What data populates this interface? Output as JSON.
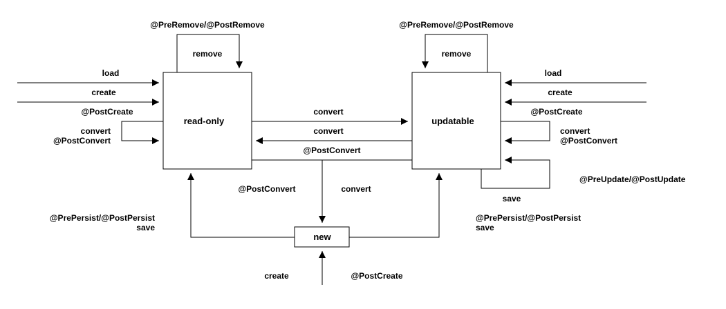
{
  "states": {
    "read_only": "read-only",
    "updatable": "updatable",
    "new": "new"
  },
  "left": {
    "remove_callbacks": "@PreRemove/@PostRemove",
    "remove": "remove",
    "load": "load",
    "create": "create",
    "post_create": "@PostCreate",
    "self_convert": "convert",
    "self_post_convert": "@PostConvert",
    "persist_callbacks": "@PrePersist/@PostPersist",
    "save": "save"
  },
  "right": {
    "remove_callbacks": "@PreRemove/@PostRemove",
    "remove": "remove",
    "load": "load",
    "create": "create",
    "post_create": "@PostCreate",
    "self_convert": "convert",
    "self_post_convert": "@PostConvert",
    "update_callbacks": "@PreUpdate/@PostUpdate",
    "save": "save",
    "persist_callbacks": "@PrePersist/@PostPersist",
    "persist_save": "save"
  },
  "middle": {
    "convert_to_updatable": "convert",
    "convert_to_read_only": "convert",
    "post_convert_top": "@PostConvert",
    "post_convert_left": "@PostConvert",
    "convert_to_new": "convert"
  },
  "bottom": {
    "create": "create",
    "post_create": "@PostCreate"
  }
}
